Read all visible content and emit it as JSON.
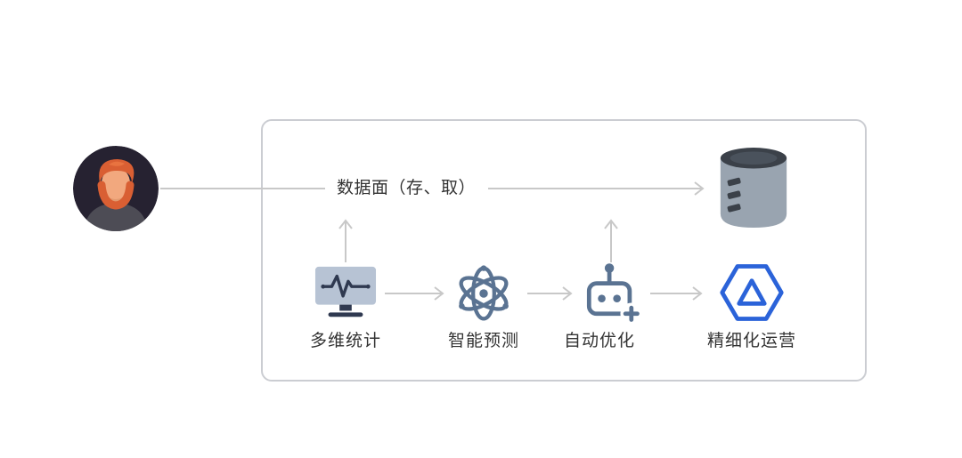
{
  "diagram": {
    "data_plane": {
      "label": "数据面（存、取）"
    },
    "steps": [
      {
        "label": "多维统计",
        "icon": "monitor-pulse-icon"
      },
      {
        "label": "智能预测",
        "icon": "atom-icon"
      },
      {
        "label": "自动优化",
        "icon": "robot-icon"
      },
      {
        "label": "精细化运营",
        "icon": "hexagon-triangle-icon"
      }
    ],
    "icons": {
      "left": "user-avatar",
      "right": "database-cylinder-icon"
    },
    "colors": {
      "icon_slate": "#5a7392",
      "icon_blue": "#2b63d9",
      "database_body": "#99a4b0",
      "database_top": "#3b4149",
      "connector": "#c8c8c8",
      "text": "#333333",
      "panel_border": "#cbcdd2"
    }
  }
}
